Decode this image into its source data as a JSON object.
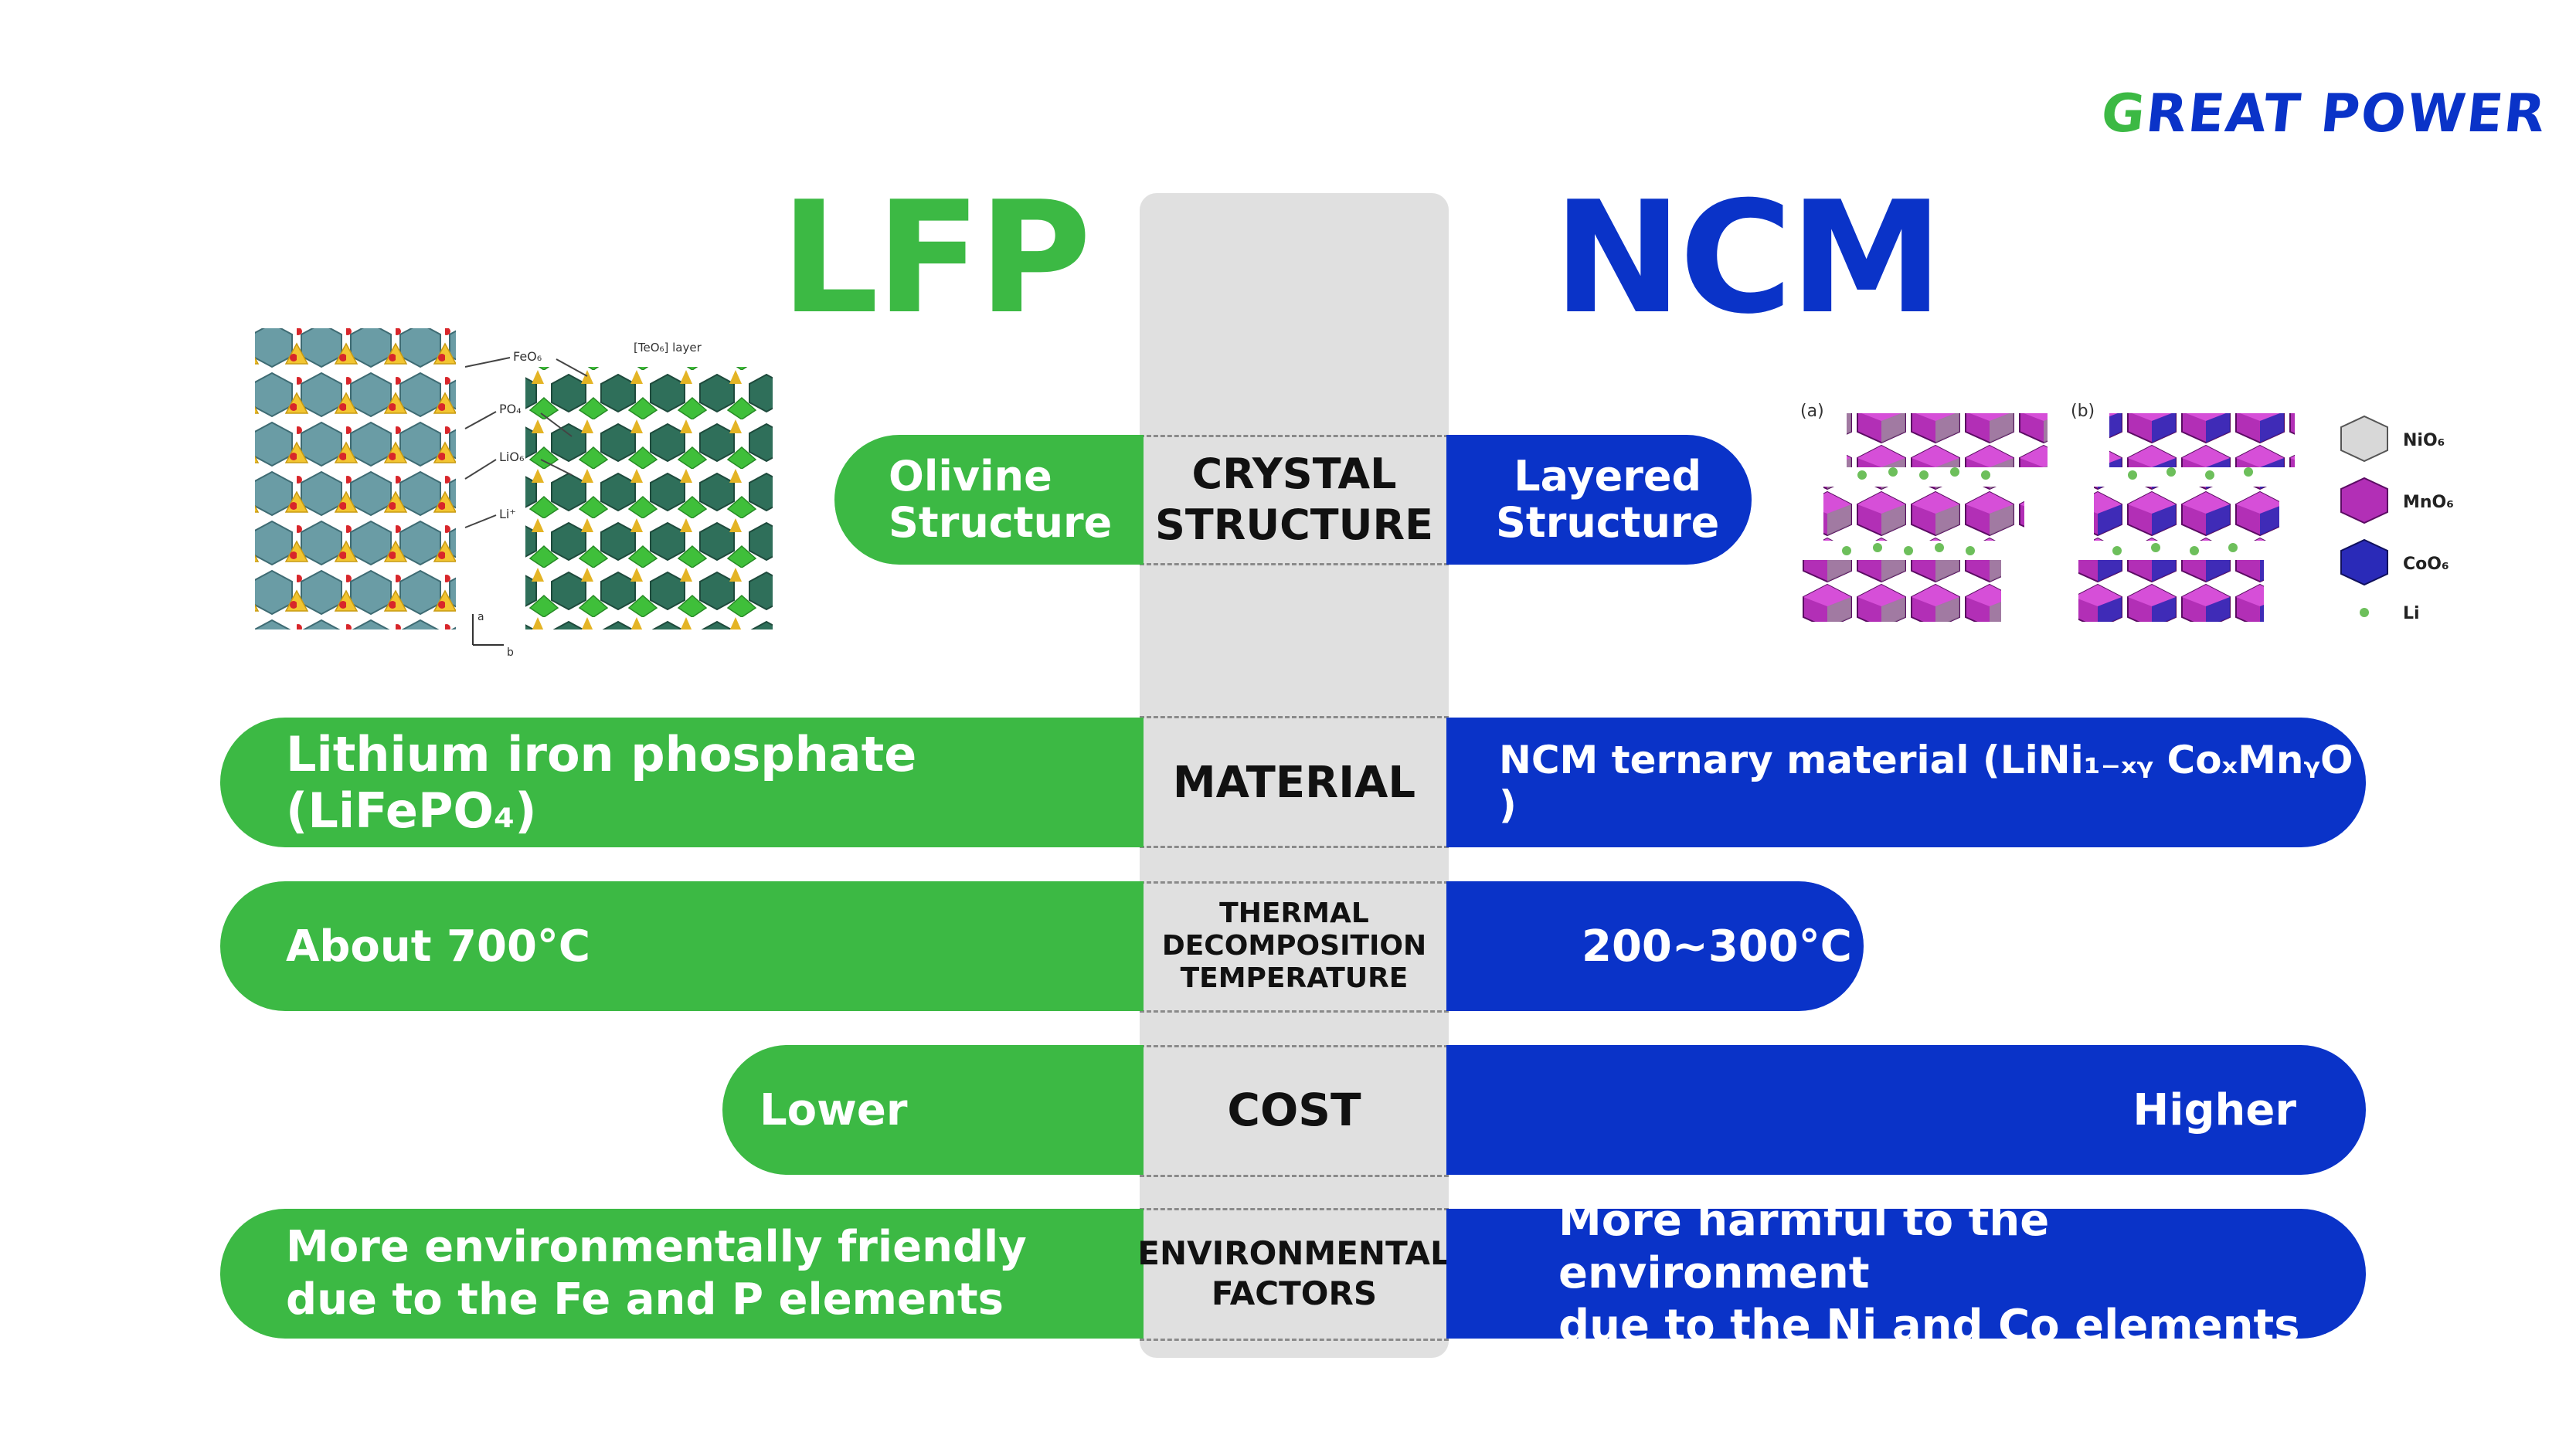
{
  "brand": {
    "logo_g": "G",
    "logo_rest": "REAT POWER"
  },
  "headings": {
    "left": "LFP",
    "right": "NCM"
  },
  "rows": [
    {
      "label": "CRYSTAL\nSTRUCTURE",
      "left": "Olivine\nStructure",
      "right": "Layered\nStructure"
    },
    {
      "label": "MATERIAL",
      "left": "Lithium iron phosphate (LiFePO₄)",
      "right": "NCM ternary material (LiNi₁₋ₓᵧ CoₓMnᵧO )"
    },
    {
      "label": "THERMAL\nDECOMPOSITION\nTEMPERATURE",
      "left": "About 700°C",
      "right": "200~300°C"
    },
    {
      "label": "COST",
      "left": "Lower",
      "right": "Higher"
    },
    {
      "label": "ENVIRONMENTAL\nFACTORS",
      "left": "More environmentally friendly\ndue to the Fe and P elements",
      "right": "More harmful to the environment\ndue to the Ni and Co elements"
    }
  ],
  "lfp_image": {
    "labels": [
      "FeO₆",
      "[TeO₆] layer",
      "PO₄",
      "LiO₆",
      "Li⁺",
      "a",
      "b"
    ]
  },
  "ncm_image": {
    "panel_labels": [
      "(a)",
      "(b)"
    ],
    "legend": [
      "NiO₆",
      "MnO₆",
      "CoO₆",
      "Li"
    ]
  },
  "colors": {
    "green": "#3cb944",
    "blue": "#0a33c8",
    "center": "#e0e0e0"
  }
}
